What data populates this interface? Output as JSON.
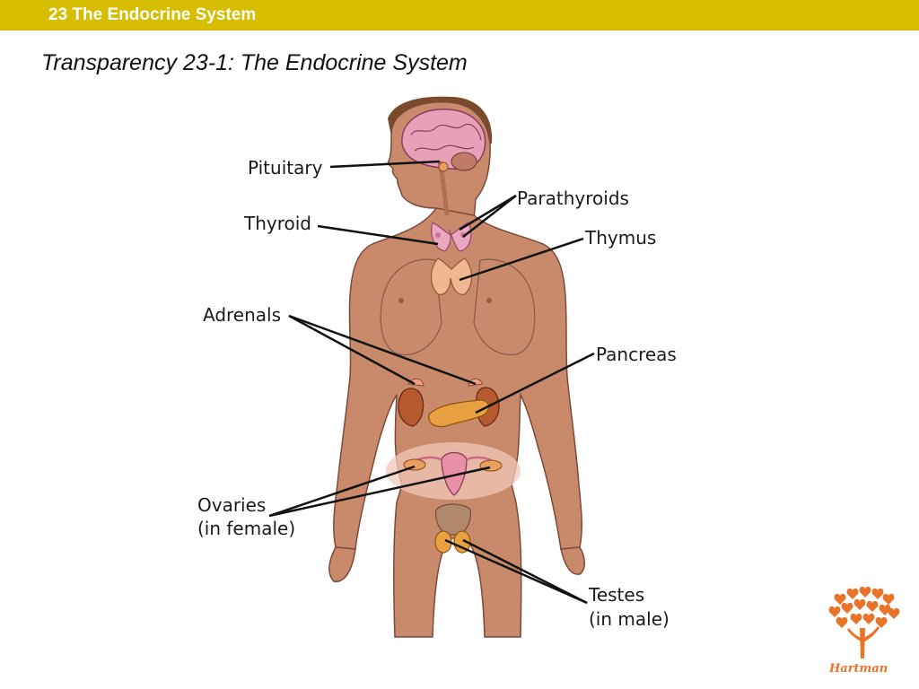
{
  "header": {
    "section_title": "23 The Endocrine System"
  },
  "slide": {
    "title": "Transparency 23-1: The Endocrine System"
  },
  "labels": {
    "pituitary": "Pituitary",
    "thyroid": "Thyroid",
    "parathyroids": "Parathyroids",
    "thymus": "Thymus",
    "adrenals": "Adrenals",
    "pancreas": "Pancreas",
    "ovaries": "Ovaries",
    "ovaries_note": "(in female)",
    "testes": "Testes",
    "testes_note": "(in male)"
  },
  "logo": {
    "name": "Hartman"
  },
  "colors": {
    "header_bar": "#d6bd00",
    "skin": "#c98a6c",
    "brain": "#e8a0b8",
    "gland": "#e8a060",
    "logo": "#e8742a"
  }
}
